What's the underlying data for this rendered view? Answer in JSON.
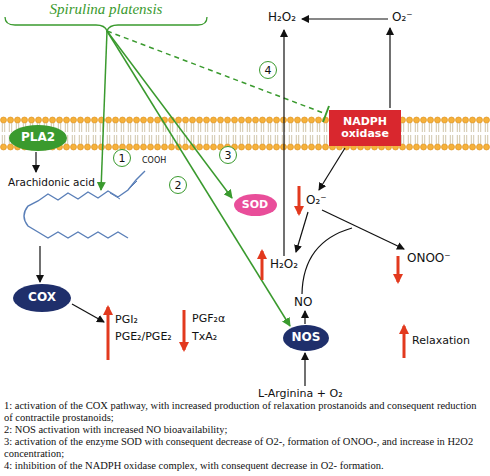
{
  "diagram": {
    "title": "Spirulina platensis",
    "nodes": [
      {
        "text": [
          "PLA2"
        ]
      },
      {
        "text": [
          "NADPH oxidase"
        ]
      },
      {
        "text": [
          "SOD"
        ]
      },
      {
        "text": [
          "COX"
        ]
      },
      {
        "text": [
          "NOS"
        ]
      }
    ],
    "labels": [
      "1",
      "2",
      "3",
      "4",
      "COOH",
      "Arachidonic acid",
      "H₂O₂",
      "O₂⁻",
      "O₂⁻",
      "ONOO⁻",
      "H₂O₂",
      "NO",
      "PGI₂",
      "PGE₂/PGE₂",
      "PGF₂α",
      "TxA₂",
      "L-Arginina + O₂",
      "Relaxation",
      "1: activation of the COX pathway, with increased production of relaxation prostanoids and consequent reduction of contractile prostanoids;",
      "2: NOS activation with increased NO bioavailability;",
      "3: activation of the enzyme SOD with consequent decrease of O2-, formation of ONOO-, and increase in H2O2 concentration;",
      "4: inhibition of the NADPH oxidase complex, with consequent decrease in O2- formation."
    ]
  }
}
